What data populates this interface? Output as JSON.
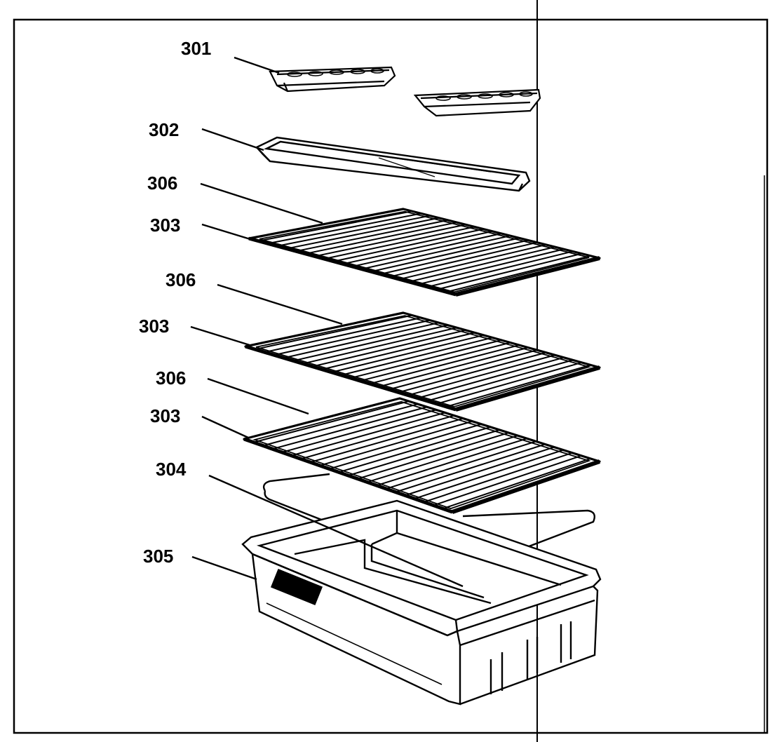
{
  "diagram": {
    "kind": "exploded-parts-view",
    "ink_color": "#000000",
    "paper_color": "#ffffff",
    "callouts": [
      {
        "id": "c301",
        "text": "301",
        "part": "ice-tray"
      },
      {
        "id": "c302",
        "text": "302",
        "part": "ice-tray-holder"
      },
      {
        "id": "c306a",
        "text": "306",
        "part": "shelf-bracket"
      },
      {
        "id": "c303a",
        "text": "303",
        "part": "wire-shelf"
      },
      {
        "id": "c306b",
        "text": "306",
        "part": "shelf-bracket"
      },
      {
        "id": "c303b",
        "text": "303",
        "part": "wire-shelf"
      },
      {
        "id": "c306c",
        "text": "306",
        "part": "shelf-bracket"
      },
      {
        "id": "c303c",
        "text": "303",
        "part": "wire-shelf"
      },
      {
        "id": "c304",
        "text": "304",
        "part": "crisper-cover-glass"
      },
      {
        "id": "c305",
        "text": "305",
        "part": "crisper-drawer"
      }
    ]
  }
}
